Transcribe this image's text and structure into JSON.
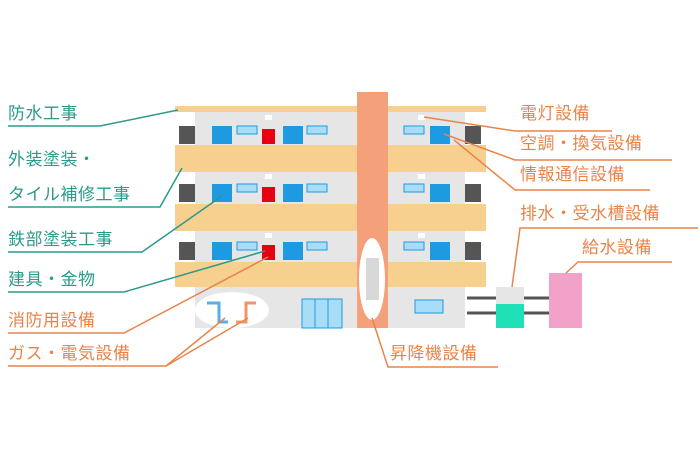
{
  "colors": {
    "teal": "#2a9a8a",
    "orange": "#e8844a",
    "wall": "#e6e6e6",
    "balcony": "#f7cf8f",
    "tower": "#f4a07a",
    "window": "#1e9be0",
    "window_light": "#a9dcf7",
    "alarm": "#e60012",
    "panel": "#555555",
    "tank_green": "#20e0b8",
    "tank_pink": "#f2a2c8"
  },
  "labels_left": {
    "waterproofing": "防水工事",
    "exterior": "外装塗装・",
    "tile_repair": "タイル補修工事",
    "steel_paint": "鉄部塗装工事",
    "fittings": "建具・金物",
    "firefighting": "消防用設備",
    "gas_electric": "ガス・電気設備"
  },
  "labels_right": {
    "lighting": "電灯設備",
    "air_conditioning": "空調・換気設備",
    "information": "情報通信設備",
    "drainage": "排水・受水槽設備",
    "water_supply": "給水設備",
    "elevator": "昇降機設備"
  }
}
